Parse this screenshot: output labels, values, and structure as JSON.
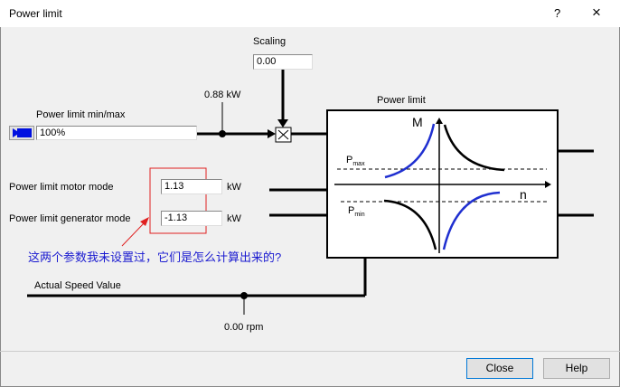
{
  "window": {
    "title": "Power limit",
    "help_glyph": "?",
    "close_glyph": "×"
  },
  "scaling": {
    "label": "Scaling",
    "value": "0.00"
  },
  "power_readout": "0.88 kW",
  "minmax": {
    "label": "Power limit min/max",
    "value": "100%"
  },
  "motor": {
    "label": "Power limit motor mode",
    "value": "1.13",
    "unit": "kW"
  },
  "generator": {
    "label": "Power limit generator mode",
    "value": "-1.13",
    "unit": "kW"
  },
  "diagram": {
    "title": "Power limit",
    "axis_m": "M",
    "axis_n": "n",
    "pmax": "P",
    "pmax_sub": "max",
    "pmin": "P",
    "pmin_sub": "min"
  },
  "annotation": "这两个参数我未设置过，它们是怎么计算出来的?",
  "speed": {
    "label": "Actual Speed Value",
    "value": "0.00 rpm"
  },
  "buttons": {
    "close": "Close",
    "help": "Help"
  },
  "colors": {
    "annotation": "#1a1ad0",
    "highlight": "#e02020",
    "curve": "#1f2fd0"
  }
}
